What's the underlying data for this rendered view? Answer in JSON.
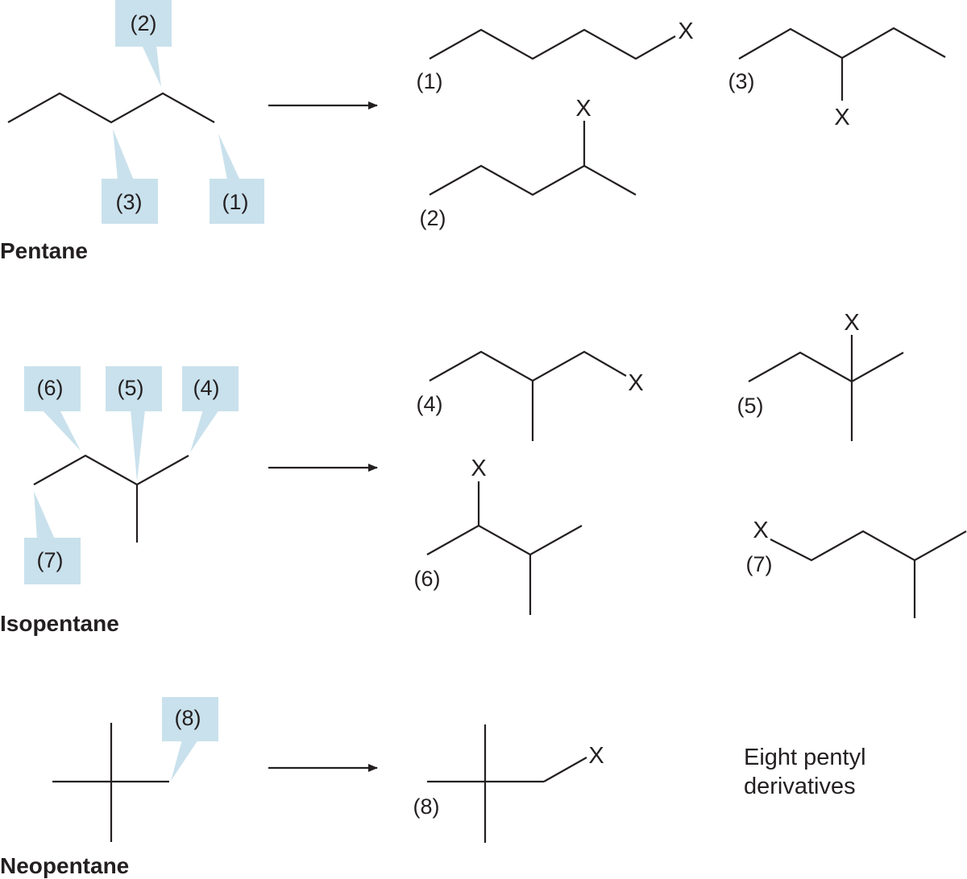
{
  "sections": {
    "pentane": {
      "name": "Pentane"
    },
    "isopentane": {
      "name": "Isopentane"
    },
    "neopentane": {
      "name": "Neopentane"
    }
  },
  "substituent": "X",
  "positions": [
    "(1)",
    "(2)",
    "(3)",
    "(4)",
    "(5)",
    "(6)",
    "(7)",
    "(8)"
  ],
  "note": {
    "line1": "Eight pentyl",
    "line2": "derivatives"
  },
  "colors": {
    "callout": "#c9e1ec",
    "ink": "#231f20"
  }
}
